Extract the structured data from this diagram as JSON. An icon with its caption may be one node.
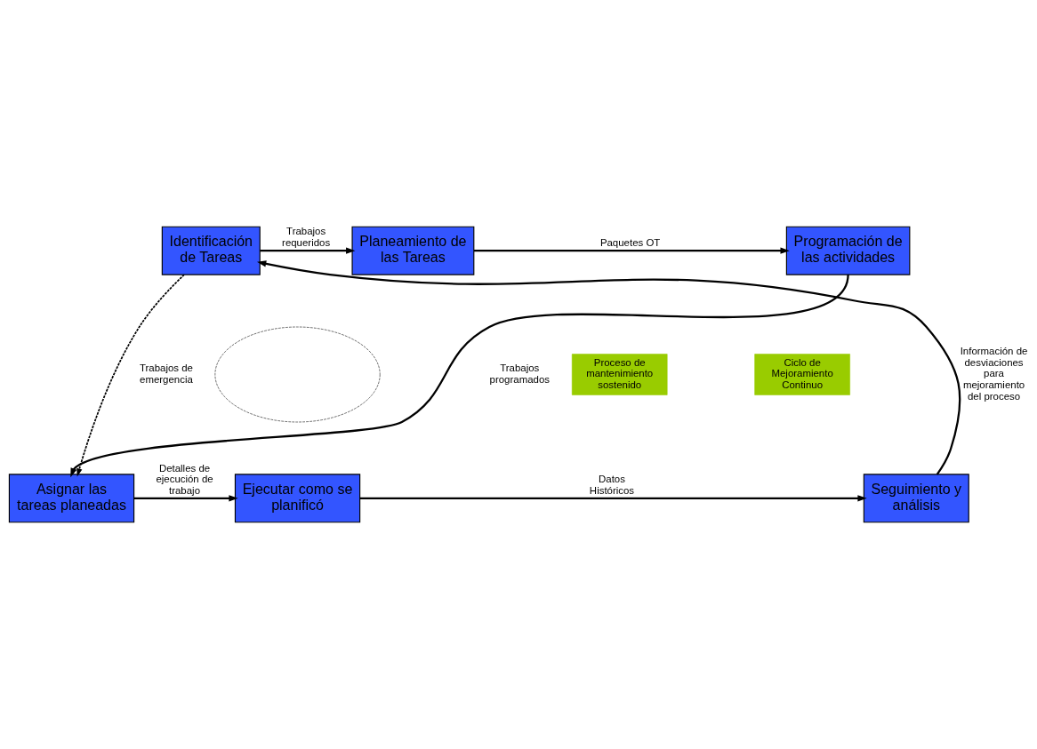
{
  "diagram": {
    "nodes": [
      {
        "text": [
          "Identificación de Tareas"
        ]
      },
      {
        "text": [
          "Planeamiento de las Tareas"
        ]
      },
      {
        "text": [
          "Programación de las actividades"
        ]
      },
      {
        "text": [
          "Asignar las tareas planeadas"
        ]
      },
      {
        "text": [
          "Ejecutar como se planificó"
        ]
      },
      {
        "text": [
          "Seguimiento y análisis"
        ]
      },
      {
        "text": [],
        "shape": "ellipse"
      },
      {
        "text": [
          "Proceso de mantenimiento sostenido"
        ]
      },
      {
        "text": [
          "Ciclo de Mejoramiento Continuo"
        ]
      }
    ],
    "edges": [
      {
        "from": 0,
        "to": 1,
        "arrow": "to",
        "label": "Trabajos requeridos"
      },
      {
        "from": 1,
        "to": 2,
        "arrow": "to",
        "label": "Paquetes OT"
      },
      {
        "from": 2,
        "to": 3,
        "arrow": "to",
        "label": "Trabajos programados"
      },
      {
        "from": 0,
        "to": 3,
        "arrow": "to",
        "label": "Trabajos de emergencia",
        "style": "dashed"
      },
      {
        "from": 3,
        "to": 4,
        "arrow": "to",
        "label": "Detalles de ejecución de trabajo"
      },
      {
        "from": 4,
        "to": 5,
        "arrow": "to",
        "label": "Datos Históricos"
      },
      {
        "from": 5,
        "to": 0,
        "arrow": "to",
        "label": "Información de desviaciones para mejoramiento del proceso"
      }
    ]
  }
}
